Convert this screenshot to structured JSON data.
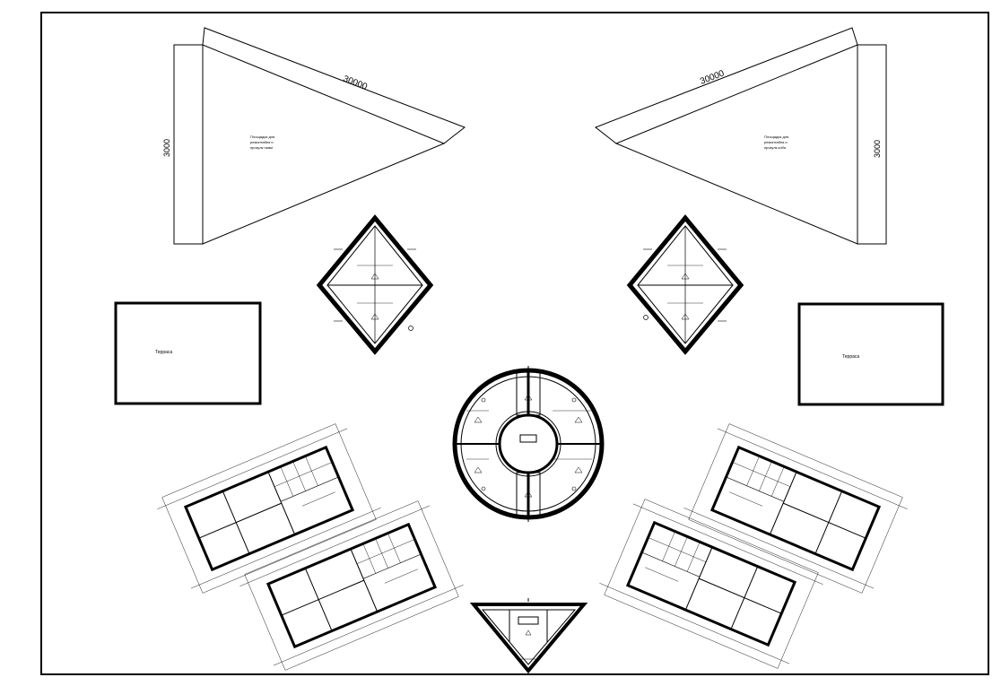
{
  "drawing": {
    "dimensions": {
      "left_long": "30000",
      "left_short": "3000",
      "right_long": "30000",
      "right_short": "3000"
    },
    "labels": {
      "left_platform": [
        "Площадка для",
        "ремонтабея и",
        "прокулк ниам"
      ],
      "right_platform": [
        "Площадка для",
        "ремонтабея и",
        "прокулк коби"
      ],
      "left_square": "Терраса",
      "right_square": "Терраса"
    }
  }
}
